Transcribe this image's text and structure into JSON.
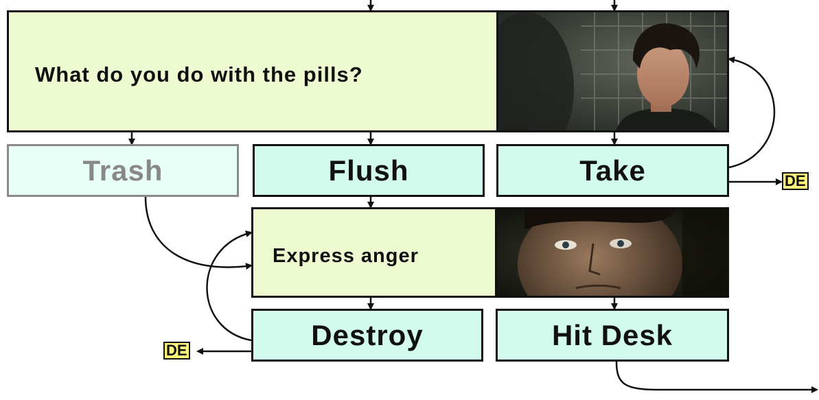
{
  "scene1": {
    "prompt": "What do you do with the pills?",
    "image": "boy-looking-down-in-tiled-room"
  },
  "choices_row1": [
    {
      "label": "Trash",
      "state": "inactive"
    },
    {
      "label": "Flush",
      "state": "active"
    },
    {
      "label": "Take",
      "state": "active"
    }
  ],
  "scene2": {
    "prompt": "Express anger",
    "image": "close-up-face-dark"
  },
  "choices_row2": [
    {
      "label": "Destroy",
      "state": "active"
    },
    {
      "label": "Hit Desk",
      "state": "active"
    }
  ],
  "endings": [
    {
      "label": "DE"
    },
    {
      "label": "DE"
    }
  ],
  "colors": {
    "scene_bg": "#eefbd0",
    "choice_bg": "#d2fbee",
    "inactive_text": "#888888",
    "ending_badge": "#fff77a"
  }
}
